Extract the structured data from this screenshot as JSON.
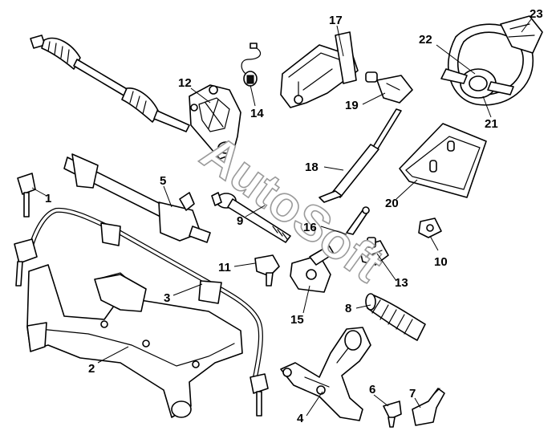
{
  "watermark": "AutoSoft",
  "callouts": [
    "1",
    "2",
    "3",
    "4",
    "5",
    "6",
    "7",
    "8",
    "9",
    "10",
    "11",
    "12",
    "13",
    "14",
    "15",
    "16",
    "17",
    "18",
    "19",
    "20",
    "21",
    "22",
    "23"
  ]
}
